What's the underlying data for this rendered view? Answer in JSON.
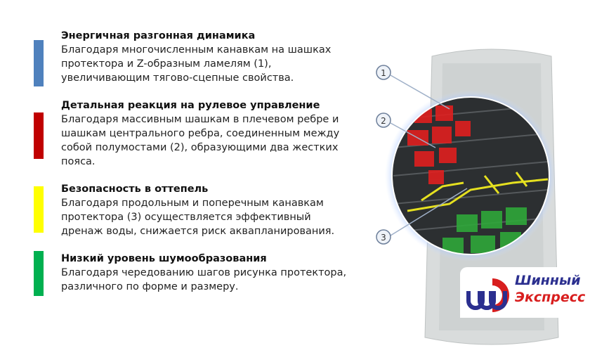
{
  "features": [
    {
      "title": "Энергичная разгонная динамика",
      "lines": [
        "Благодаря многочисленным канавкам на шашках",
        "протектора и Z-образным ламелям (1),",
        "увеличивающим тягово-сцепные свойства."
      ],
      "color": "#4f81bd"
    },
    {
      "title": "Детальная реакция на рулевое управление",
      "lines": [
        "Благодаря массивным шашкам в плечевом ребре и",
        "шашкам центрального ребра, соединенным между",
        "собой полумостами (2), образующими два жестких",
        "пояса."
      ],
      "color": "#c00000"
    },
    {
      "title": "Безопасность в оттепель",
      "lines": [
        "Благодаря продольным и поперечным канавкам",
        "протектора (3) осуществляется эффективный",
        "дренаж воды, снижается риск аквапланирования."
      ],
      "color": "#ffff00"
    },
    {
      "title": "Низкий уровень шумообразования",
      "lines": [
        "Благодаря чередованию шагов рисунка протектора,",
        "различного по форме и размеру."
      ],
      "color": "#00b050"
    }
  ],
  "callouts": [
    "1",
    "2",
    "3"
  ],
  "logo": {
    "line1": "Шинный",
    "line2": "Экспресс",
    "blue": "#2b2f8f",
    "red": "#d81e1e"
  }
}
